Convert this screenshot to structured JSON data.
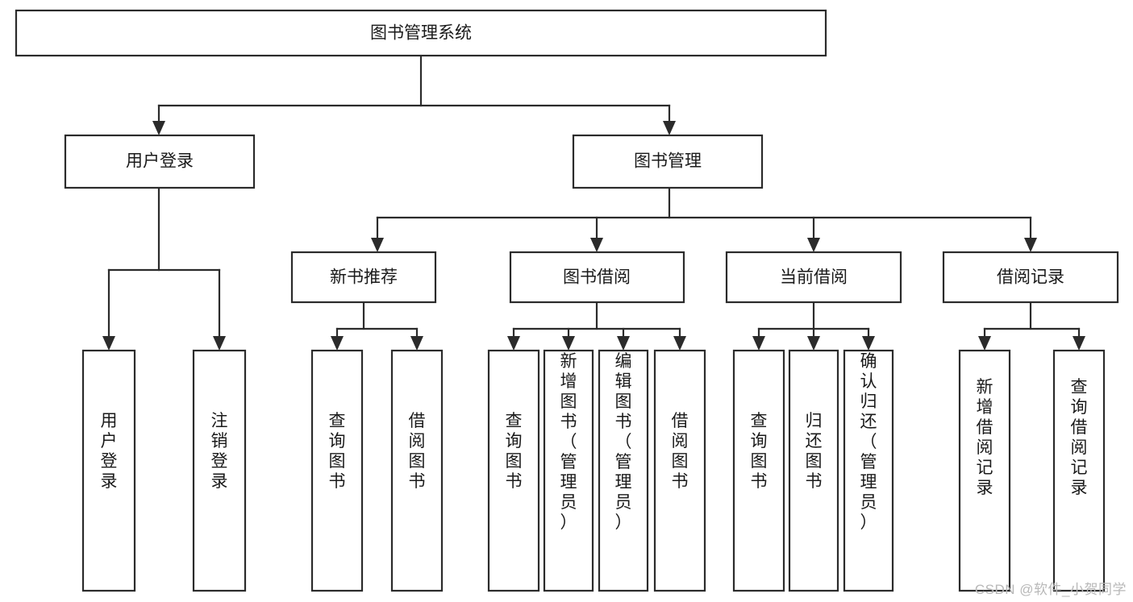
{
  "diagram": {
    "type": "tree",
    "title": "图书管理系统",
    "watermark": "CSDN @软件_小贺同学",
    "root": {
      "id": "root",
      "label": "图书管理系统",
      "orientation": "horizontal"
    },
    "level2": [
      {
        "id": "user-login",
        "label": "用户登录",
        "orientation": "horizontal"
      },
      {
        "id": "book-manage",
        "label": "图书管理",
        "orientation": "horizontal"
      }
    ],
    "level3": [
      {
        "id": "new-book-recommend",
        "label": "新书推荐",
        "orientation": "horizontal",
        "parent": "book-manage"
      },
      {
        "id": "book-borrow",
        "label": "图书借阅",
        "orientation": "horizontal",
        "parent": "book-manage"
      },
      {
        "id": "current-borrow",
        "label": "当前借阅",
        "orientation": "horizontal",
        "parent": "book-manage"
      },
      {
        "id": "borrow-record",
        "label": "借阅记录",
        "orientation": "horizontal",
        "parent": "book-manage"
      }
    ],
    "leaves": [
      {
        "id": "leaf-user-login",
        "label": "用户登录",
        "orientation": "vertical",
        "parent": "user-login"
      },
      {
        "id": "leaf-user-logout",
        "label": "注销登录",
        "orientation": "vertical",
        "parent": "user-login"
      },
      {
        "id": "leaf-query-book-1",
        "label": "查询图书",
        "orientation": "vertical",
        "parent": "new-book-recommend"
      },
      {
        "id": "leaf-borrow-book-1",
        "label": "借阅图书",
        "orientation": "vertical",
        "parent": "new-book-recommend"
      },
      {
        "id": "leaf-query-book-2",
        "label": "查询图书",
        "orientation": "vertical",
        "parent": "book-borrow"
      },
      {
        "id": "leaf-add-book",
        "label": "新增图书（管理员）",
        "orientation": "vertical",
        "parent": "book-borrow"
      },
      {
        "id": "leaf-edit-book",
        "label": "编辑图书（管理员）",
        "orientation": "vertical",
        "parent": "book-borrow"
      },
      {
        "id": "leaf-borrow-book-2",
        "label": "借阅图书",
        "orientation": "vertical",
        "parent": "book-borrow"
      },
      {
        "id": "leaf-query-book-3",
        "label": "查询图书",
        "orientation": "vertical",
        "parent": "current-borrow"
      },
      {
        "id": "leaf-return-book",
        "label": "归还图书",
        "orientation": "vertical",
        "parent": "current-borrow"
      },
      {
        "id": "leaf-confirm-return",
        "label": "确认归还（管理员）",
        "orientation": "vertical",
        "parent": "current-borrow"
      },
      {
        "id": "leaf-add-record",
        "label": "新增借阅记录",
        "orientation": "vertical",
        "parent": "borrow-record"
      },
      {
        "id": "leaf-query-record",
        "label": "查询借阅记录",
        "orientation": "vertical",
        "parent": "borrow-record"
      }
    ],
    "colors": {
      "stroke": "#2b2b2b",
      "fill": "#ffffff",
      "text": "#1a1a1a",
      "watermark": "#b8b8b8"
    }
  }
}
